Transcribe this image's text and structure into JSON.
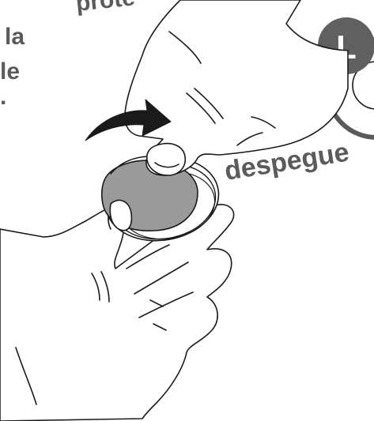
{
  "labels": {
    "top_fragment": "prote",
    "left_line1": "la",
    "left_line2": "le",
    "left_dot": ".",
    "peel_label": "despegue",
    "badge_letter": "L"
  },
  "colors": {
    "label_text": "#5b5b5b",
    "badge_fill": "#606060",
    "badge_letter": "#ffffff",
    "liner_fill": "#9a9a9a",
    "arrow_fill": "#1a1a1a"
  },
  "icons": {
    "peel_direction": "curved-arrow-icon",
    "side_badge": "letter-badge-icon"
  }
}
